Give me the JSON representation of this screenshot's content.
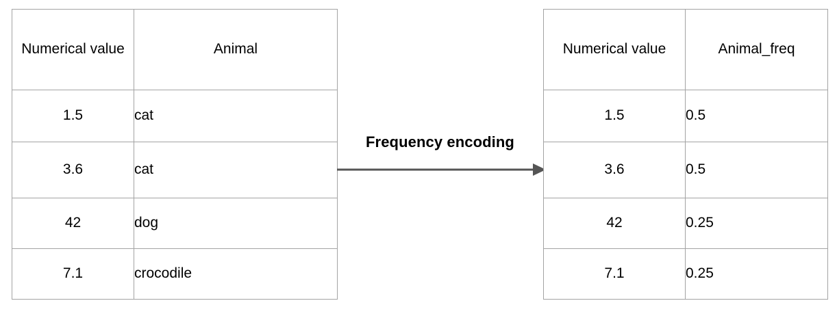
{
  "diagram": {
    "title_label": "Frequency encoding",
    "arrow_icon": "right-arrow-icon",
    "line_color": "#555555",
    "border_color": "#a3a3a3",
    "text_color": "#000000",
    "background_color": "#ffffff"
  },
  "source_table": {
    "name": "original-data-table",
    "headers": [
      "Numerical value",
      "Animal"
    ],
    "rows": [
      {
        "value": "1.5",
        "animal": "cat"
      },
      {
        "value": "3.6",
        "animal": "cat"
      },
      {
        "value": "42",
        "animal": "dog"
      },
      {
        "value": "7.1",
        "animal": "crocodile"
      }
    ]
  },
  "encoded_table": {
    "name": "encoded-data-table",
    "headers": [
      "Numerical value",
      "Animal_freq"
    ],
    "rows": [
      {
        "value": "1.5",
        "freq": "0.5"
      },
      {
        "value": "3.6",
        "freq": "0.5"
      },
      {
        "value": "42",
        "freq": "0.25"
      },
      {
        "value": "7.1",
        "freq": "0.25"
      }
    ]
  }
}
